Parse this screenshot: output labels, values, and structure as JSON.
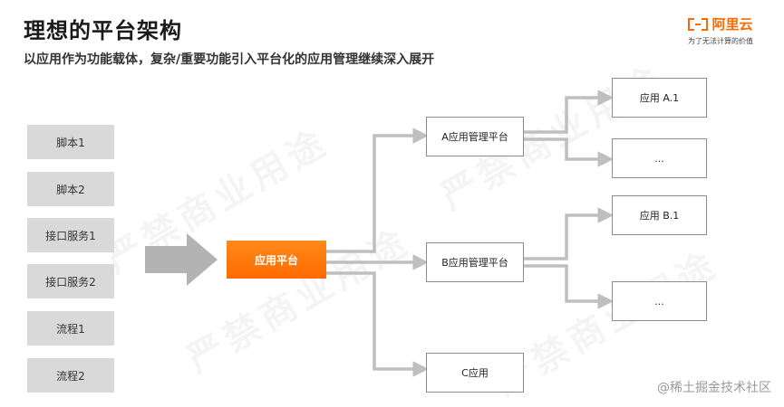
{
  "header": {
    "title": "理想的平台架构",
    "subtitle": "以应用作为功能载体，复杂/重要功能引入平台化的应用管理继续深入展开"
  },
  "logo": {
    "name": "阿里云",
    "slogan": "为了无法计算的价值"
  },
  "watermark": {
    "text": "严禁商业用途"
  },
  "inputs": [
    "脚本1",
    "脚本2",
    "接口服务1",
    "接口服务2",
    "流程1",
    "流程2"
  ],
  "platform": {
    "label": "应用平台"
  },
  "managers": {
    "a": "A应用管理平台",
    "b": "B应用管理平台",
    "c": "C应用"
  },
  "apps": {
    "a1": "应用 A.1",
    "a2": "...",
    "b1": "应用 B.1",
    "b2": "..."
  },
  "footer": {
    "text": "@稀土掘金技术社区"
  },
  "colors": {
    "accent": "#ff6a00",
    "input_box": "#d9d9d9",
    "connector": "#bfbfbf"
  }
}
